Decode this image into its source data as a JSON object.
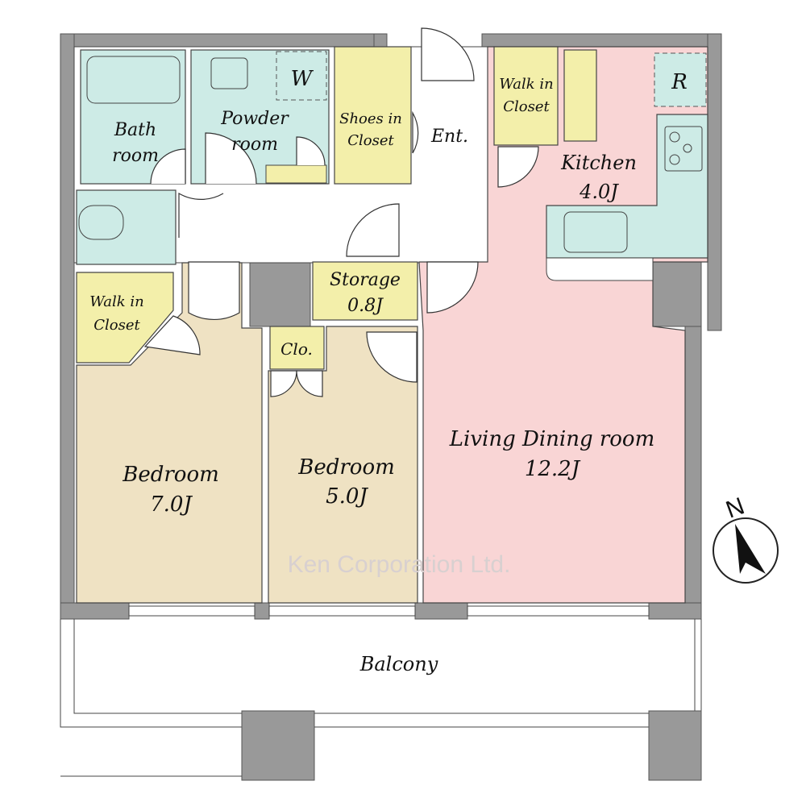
{
  "colors": {
    "wet": "#cdebe6",
    "closet": "#f3efaa",
    "bedroom": "#efe2c3",
    "living": "#f9d5d5",
    "wall": "#999999"
  },
  "rooms": {
    "bath": [
      "Bath",
      "room"
    ],
    "powder": [
      "Powder",
      "room"
    ],
    "washer": "W",
    "shoes": [
      "Shoes in",
      "Closet"
    ],
    "entrance": "Ent.",
    "wic_right": [
      "Walk in",
      "Closet"
    ],
    "fridge": "R",
    "kitchen": [
      "Kitchen",
      "4.0J"
    ],
    "storage": [
      "Storage",
      "0.8J"
    ],
    "wic_left": [
      "Walk in",
      "Closet"
    ],
    "clo": "Clo.",
    "bedroom1": [
      "Bedroom",
      "7.0J"
    ],
    "bedroom2": [
      "Bedroom",
      "5.0J"
    ],
    "ldr": [
      "Living Dining room",
      "12.2J"
    ],
    "balcony": "Balcony"
  },
  "compass": "N",
  "watermark": "Ken Corporation Ltd."
}
